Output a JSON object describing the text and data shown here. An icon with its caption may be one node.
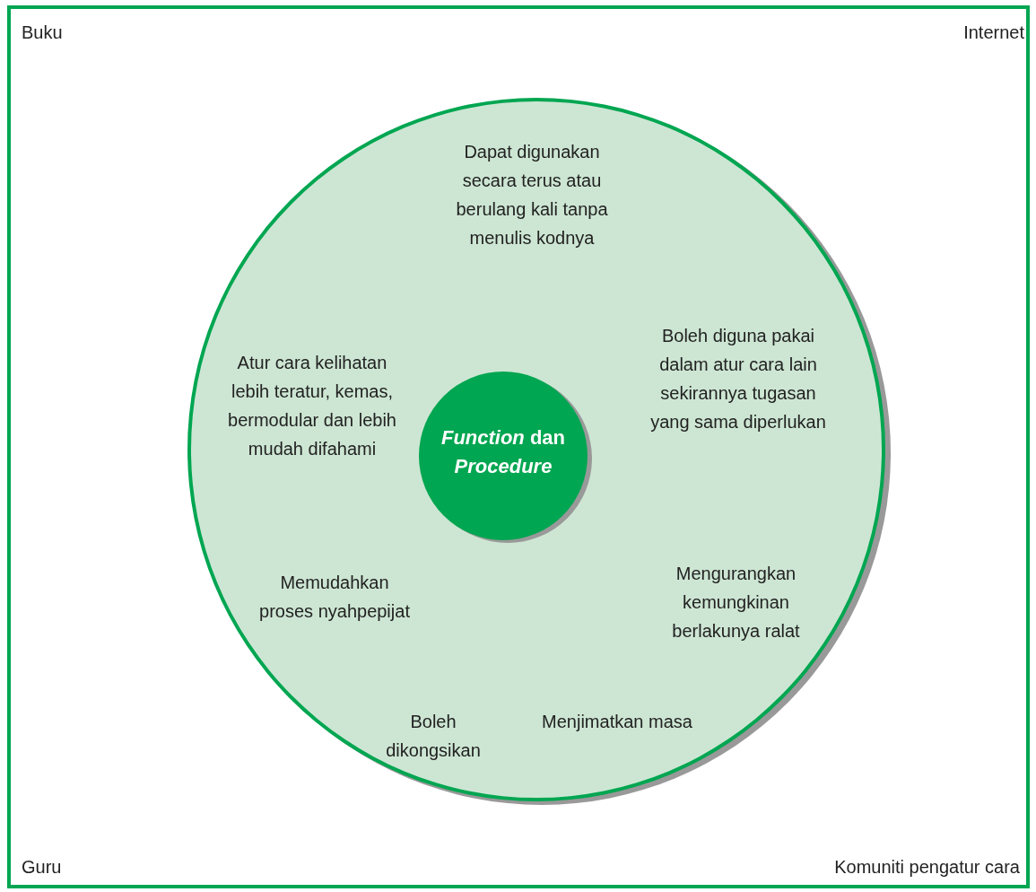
{
  "diagram": {
    "nodes": [
      {
        "text": [
          "Buku",
          "Internet",
          "Guru",
          "Komuniti pengatur cara"
        ]
      },
      {
        "text": [
          "Dapat digunakan secara terus atau berulang kali tanpa menulis kodnya",
          "Atur cara kelihatan lebih teratur, kemas, bermodular dan lebih mudah difahami",
          "Boleh diguna pakai dalam atur cara lain sekirannya tugasan yang sama diperlukan",
          "Memudahkan proses nyahpepijat",
          "Mengurangkan kemungkinan berlakunya ralat",
          "Boleh dikongsikan",
          "Menjimatkan masa"
        ],
        "in": 0
      },
      {
        "text": [
          "*Function* dan *Procedure*"
        ],
        "in": 1
      }
    ]
  }
}
